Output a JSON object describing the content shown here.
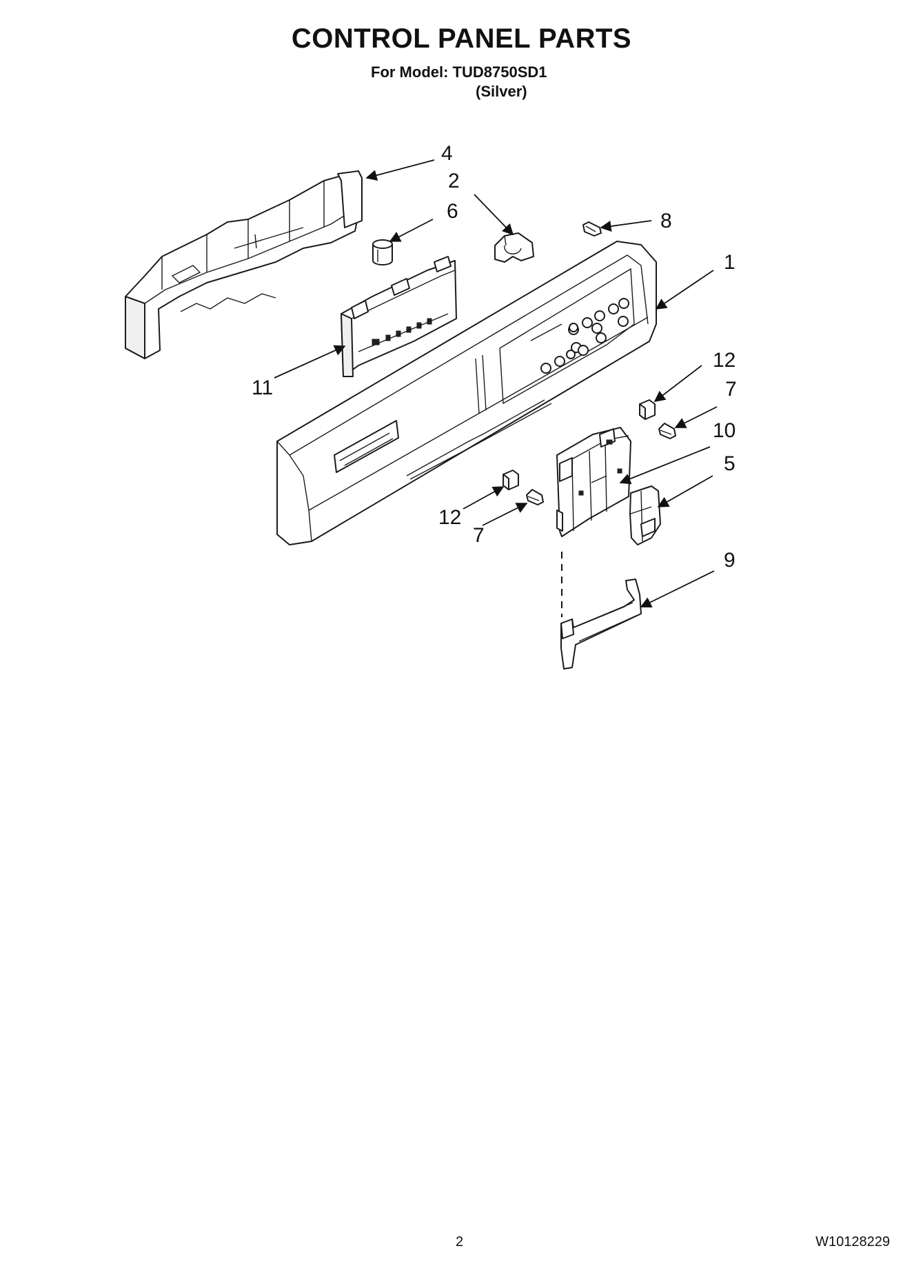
{
  "header": {
    "title": "CONTROL PANEL PARTS",
    "model_line": "For Model: TUD8750SD1",
    "color_line": "(Silver)"
  },
  "callouts": [
    {
      "id": "c4",
      "label": "4"
    },
    {
      "id": "c2",
      "label": "2"
    },
    {
      "id": "c6",
      "label": "6"
    },
    {
      "id": "c8",
      "label": "8"
    },
    {
      "id": "c1",
      "label": "1"
    },
    {
      "id": "c11",
      "label": "11"
    },
    {
      "id": "c12a",
      "label": "12"
    },
    {
      "id": "c7a",
      "label": "7"
    },
    {
      "id": "c10",
      "label": "10"
    },
    {
      "id": "c5",
      "label": "5"
    },
    {
      "id": "c12b",
      "label": "12"
    },
    {
      "id": "c7b",
      "label": "7"
    },
    {
      "id": "c9",
      "label": "9"
    }
  ],
  "footer": {
    "page_number": "2",
    "doc_number": "W10128229"
  }
}
